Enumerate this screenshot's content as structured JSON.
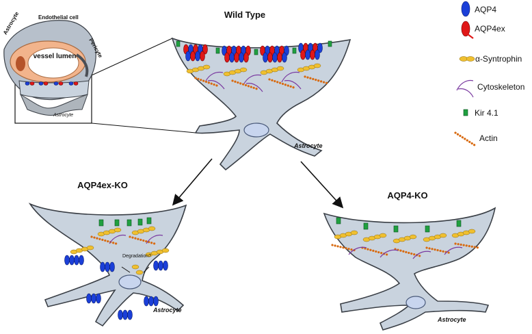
{
  "panels": {
    "wild_type": "Wild Type",
    "aqp4ex_ko": "AQP4ex-KO",
    "aqp4_ko": "AQP4-KO"
  },
  "inset": {
    "astrocyte_top": "Astrocyte",
    "endothelial_cell": "Endothelial cell",
    "vessel_lumen": "vessel lumen",
    "pericyte": "Pericyte",
    "astrocyte_bottom": "Astrocyte"
  },
  "cell_labels": {
    "wt_astrocyte": "Astrocyte",
    "ex_astrocyte": "Astrocyte",
    "ko_astrocyte": "Astrocyte"
  },
  "degradation": "Degradation?",
  "legend": [
    {
      "icon": "aqp4-icon",
      "label": "AQP4",
      "color": "#1b3fd8"
    },
    {
      "icon": "aqp4ex-icon",
      "label": "AQP4ex",
      "color": "#e01818"
    },
    {
      "icon": "syntrophin-icon",
      "label": "α-Syntrophin",
      "color": "#f0c030"
    },
    {
      "icon": "cytoskeleton-icon",
      "label": "Cytoskeleton",
      "color": "#7a3aa0"
    },
    {
      "icon": "kir-icon",
      "label": "Kir 4.1",
      "color": "#20a040"
    },
    {
      "icon": "actin-icon",
      "label": "Actin",
      "color": "#d86a10"
    }
  ]
}
